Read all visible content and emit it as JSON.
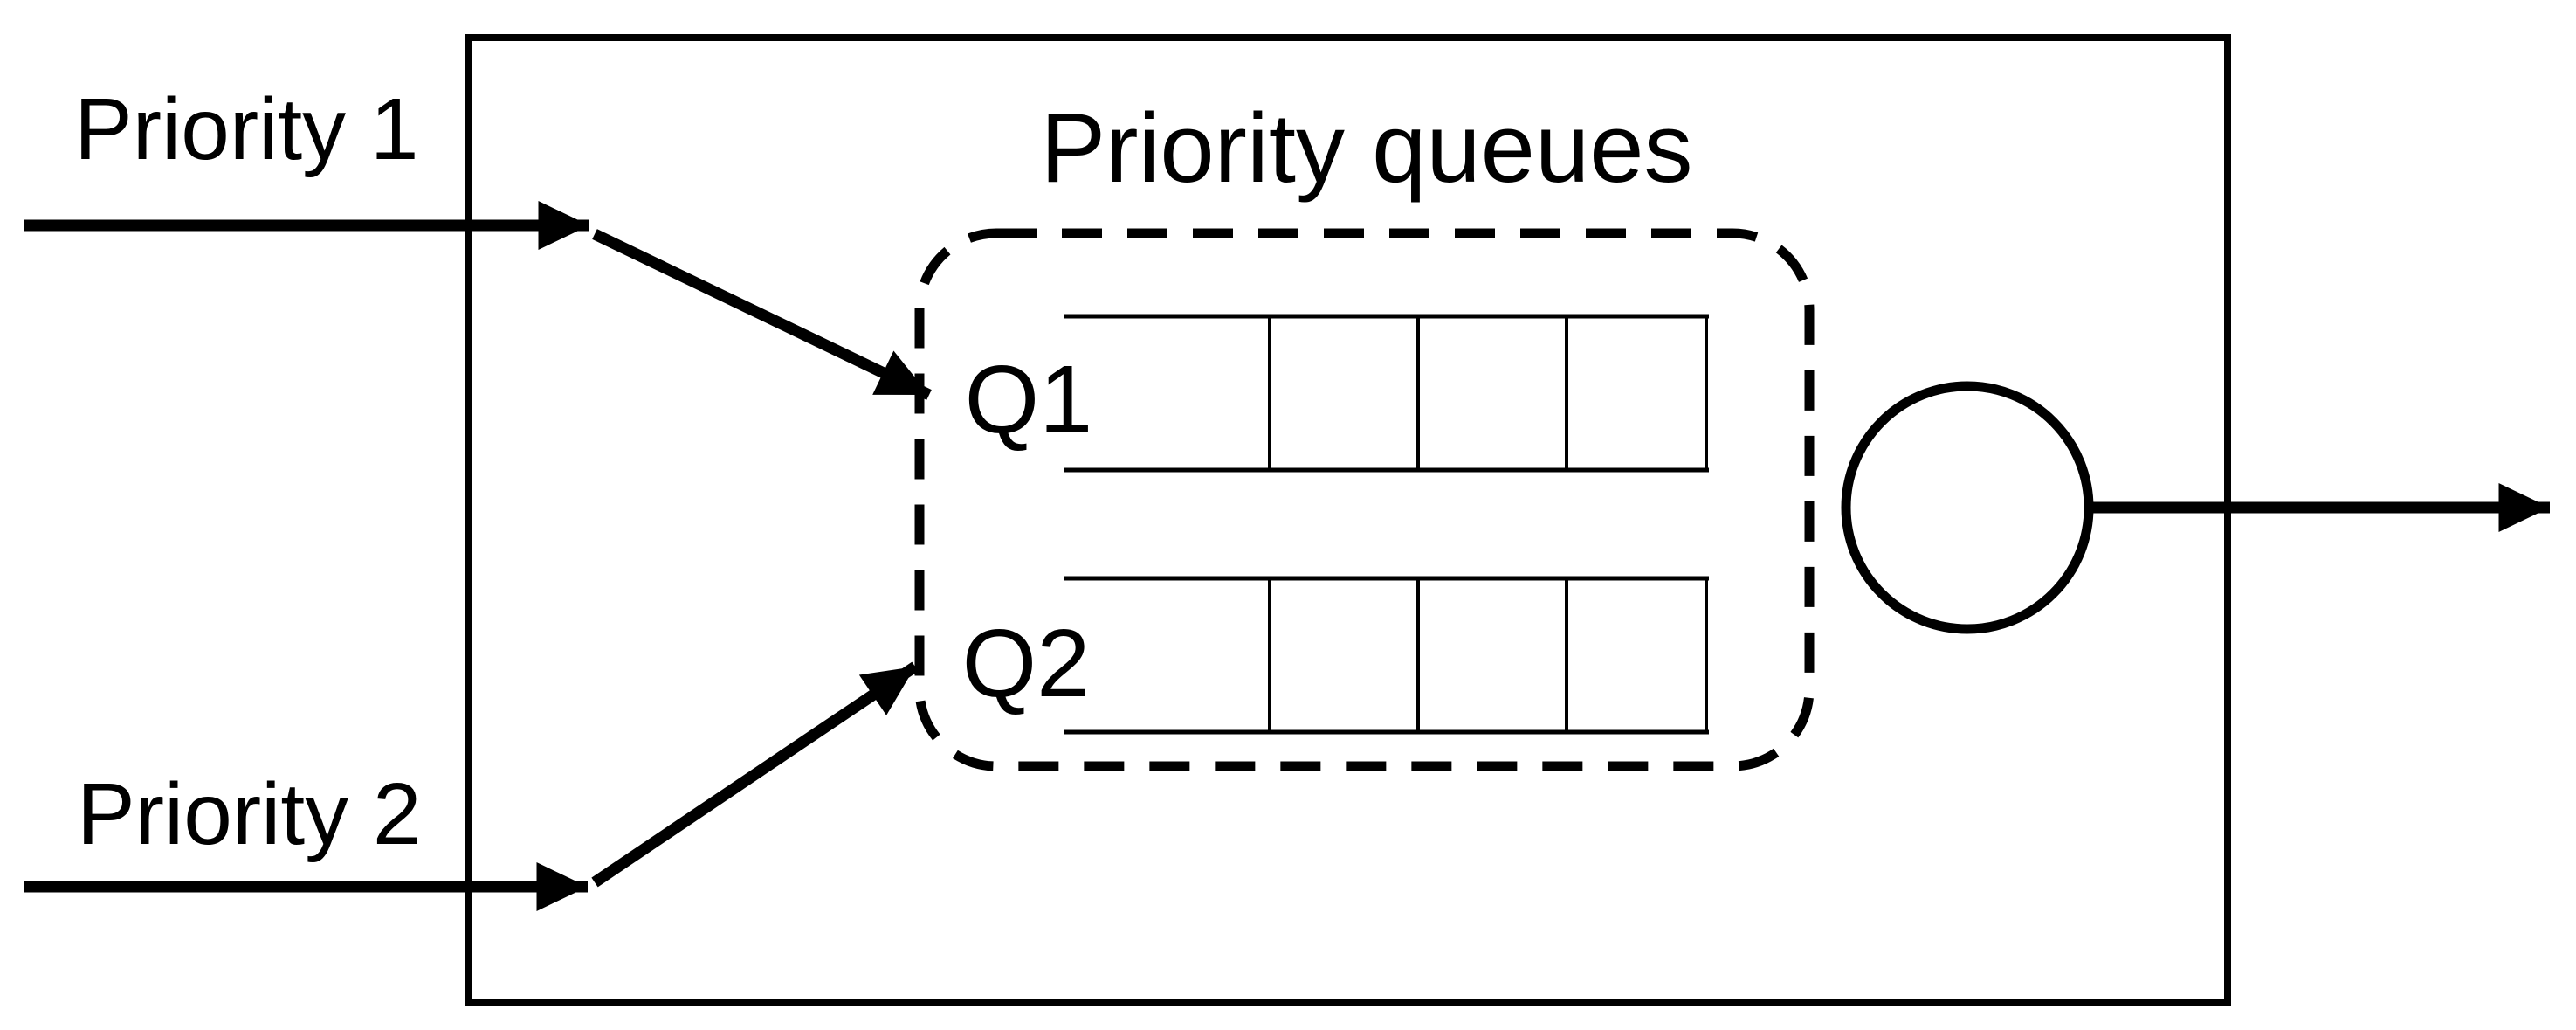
{
  "diagram": {
    "title": "Priority queues",
    "background_color": "#ffffff",
    "line_color": "#000000"
  },
  "inputs": [
    {
      "label": "Priority 1",
      "feeds_queue": "Q1"
    },
    {
      "label": "Priority 2",
      "feeds_queue": "Q2"
    }
  ],
  "queues": [
    {
      "label": "Q1",
      "visible_cells": 3
    },
    {
      "label": "Q2",
      "visible_cells": 3
    }
  ],
  "server": {
    "shape": "circle"
  },
  "output": {
    "direction": "right"
  }
}
